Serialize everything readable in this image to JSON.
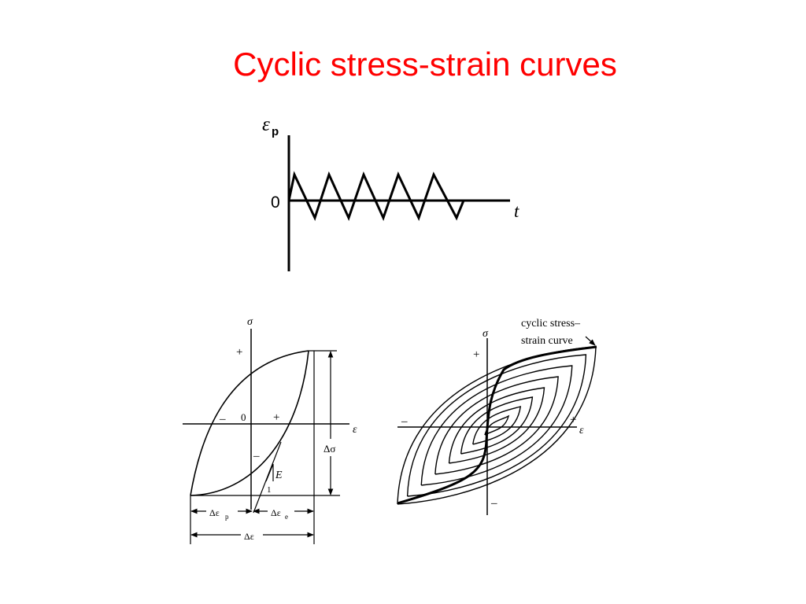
{
  "slide": {
    "title": "Cyclic stress-strain curves"
  },
  "strain_time_plot": {
    "y_label_symbol": "ε",
    "y_label_subscript": "p",
    "zero_label": "0",
    "x_label": "t"
  },
  "hysteresis_loop": {
    "sigma_label": "σ",
    "plus_top": "+",
    "minus_left": "–",
    "zero_label": "0",
    "plus_right": "+",
    "epsilon_label": "ε",
    "minus_lower": "–",
    "modulus_label": "E",
    "slope_one": "1",
    "delta_sigma": "Δσ",
    "delta_eps_p": "Δε",
    "delta_eps_p_sub": "p",
    "delta_eps_e": "Δε",
    "delta_eps_e_sub": "e",
    "delta_eps": "Δε"
  },
  "cyclic_curves": {
    "sigma_label": "σ",
    "plus_top": "+",
    "minus_left": "–",
    "plus_right": "+",
    "epsilon_label": "ε",
    "minus_bottom": "–",
    "annotation_line1": "cyclic stress–",
    "annotation_line2": "strain curve"
  }
}
